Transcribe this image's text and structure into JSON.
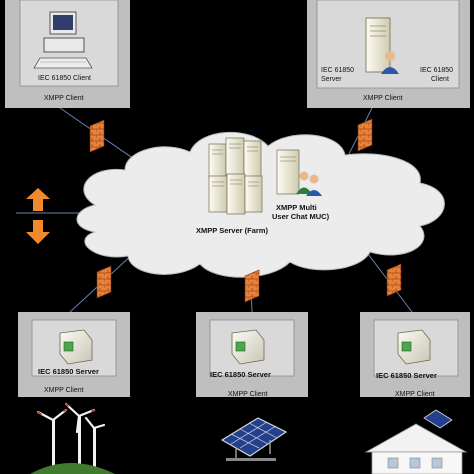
{
  "top_left_client": {
    "device_label": "IEC 61850 Client",
    "xmpp_label": "XMPP Client"
  },
  "top_right_client": {
    "server_label_line1": "IEC 61850",
    "server_label_line2": "Server",
    "client_label_line1": "IEC 61850",
    "client_label_line2": "Client",
    "xmpp_label": "XMPP Client"
  },
  "cloud": {
    "farm_label": "XMPP Server (Farm)",
    "muc_label_line1": "XMPP Multi",
    "muc_label_line2": "User Chat MUC)"
  },
  "bottom_left_client": {
    "device_label": "IEC 61850 Server",
    "xmpp_label": "XMPP Client"
  },
  "bottom_middle_client": {
    "device_label": "IEC 61850 Server",
    "xmpp_label": "XMPP Client"
  },
  "bottom_right_client": {
    "device_label": "IEC 61850 Server",
    "xmpp_label": "XMPP Client"
  },
  "colors": {
    "background": "#000000",
    "box_outer": "#bfbfbf",
    "box_inner": "#d9d9d9",
    "cloud_fill": "#ececec",
    "firewall": "#e67a2e",
    "arrow": "#f08a2c",
    "link_line": "#6b7fb0"
  }
}
